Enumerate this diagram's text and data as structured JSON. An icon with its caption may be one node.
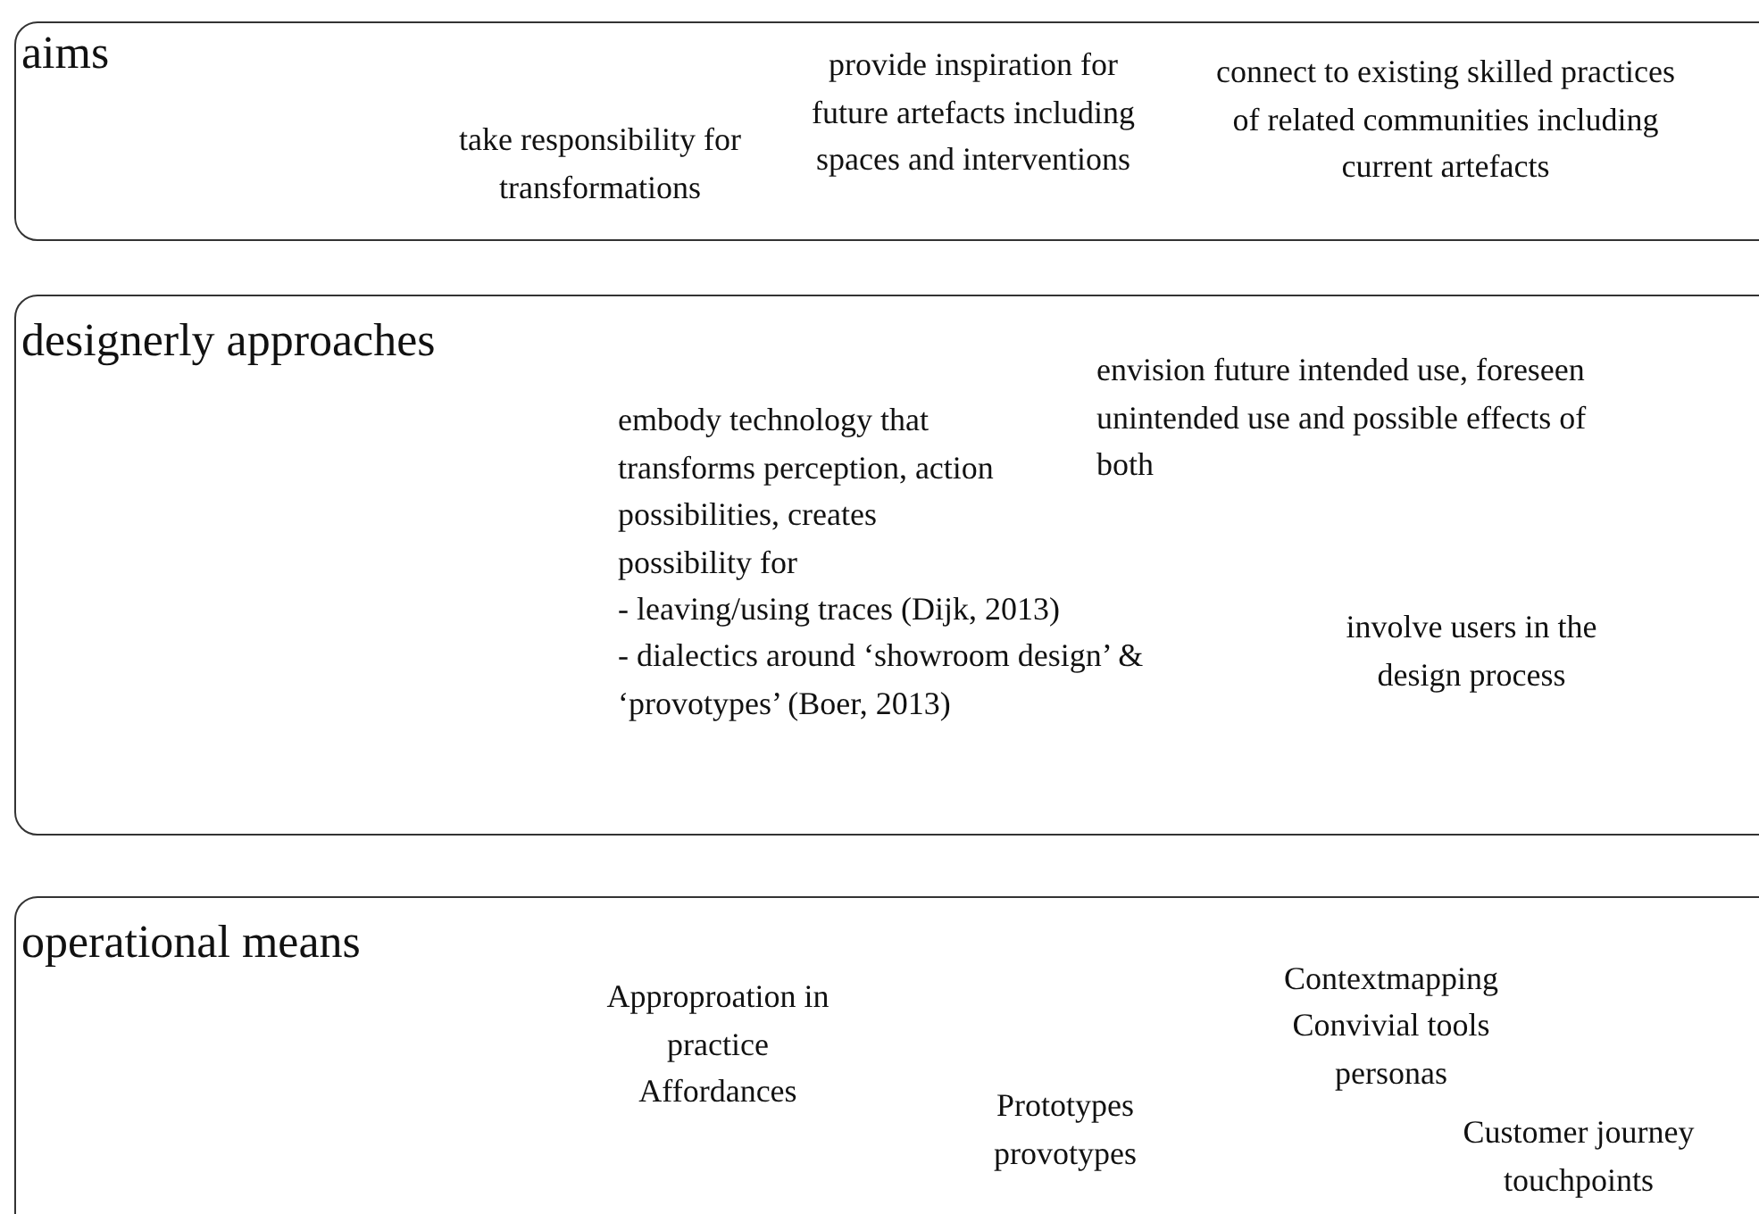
{
  "diagram": {
    "nodes": [
      {
        "text": [
          "aims",
          "take responsibility for transformations",
          "provide inspiration for future artefacts including spaces and interventions",
          "connect to existing skilled practices of related communities including current artefacts"
        ]
      },
      {
        "text": [
          "designerly approaches",
          "embody technology that transforms perception, action possibilities, creates possibility for",
          "- leaving/using traces (Dijk, 2013)",
          "- dialectics around ‘showroom design’ & ‘provotypes’ (Boer, 2013)",
          "envision future intended use, foreseen unintended use and possible effects of both",
          "involve users in the design process"
        ]
      },
      {
        "text": [
          "operational means",
          "Approproation in practice",
          "Affordances",
          "Prototypes provotypes",
          "Contextmapping",
          "Convivial tools",
          "personas",
          "Customer journey touchpoints"
        ]
      }
    ]
  }
}
